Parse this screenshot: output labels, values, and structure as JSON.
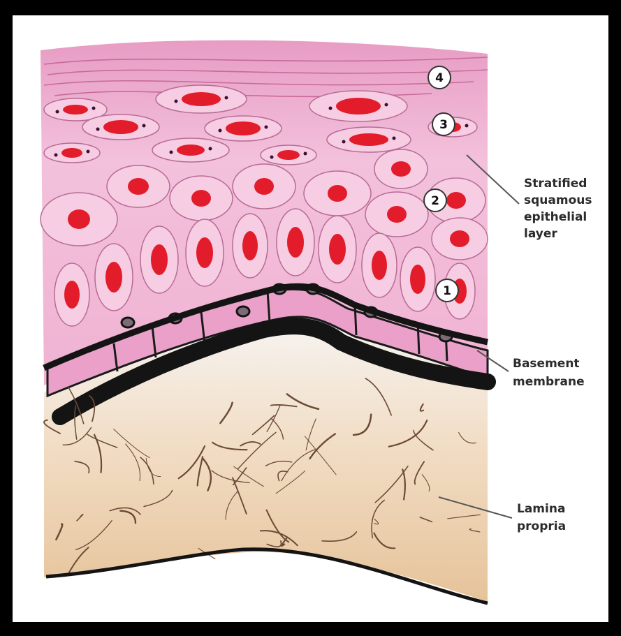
{
  "labels": {
    "stratified": [
      "Stratified",
      "squamous",
      "epithelial",
      "layer"
    ],
    "basement": [
      "Basement",
      "membrane"
    ],
    "lamina": [
      "Lamina",
      "propria"
    ]
  },
  "markers": [
    "4",
    "3",
    "2",
    "1"
  ],
  "colors": {
    "frame": "#000000",
    "epithelium_pink": "#f0b5d3",
    "nucleus_red": "#e31c2b",
    "basement_black": "#141414",
    "lamina_tan": "#e8c7a0",
    "fiber_brown": "#6b4a35"
  }
}
